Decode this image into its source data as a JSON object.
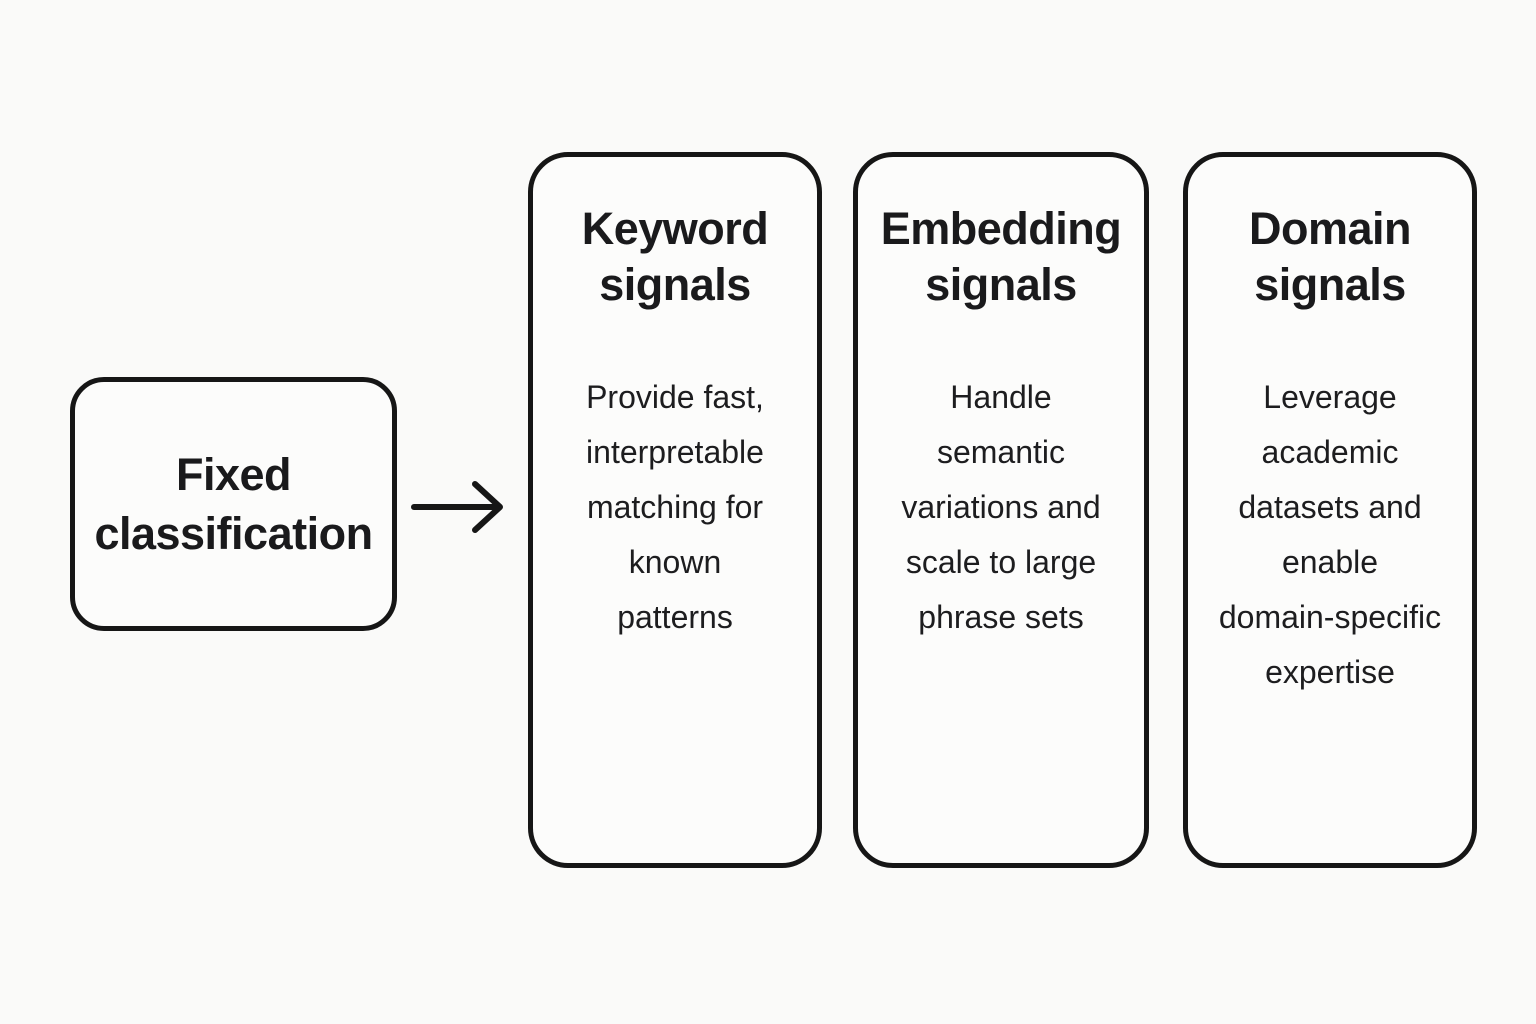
{
  "colors": {
    "background": "#fafaf9",
    "card_background": "#fcfcfb",
    "border": "#161616",
    "text": "#1a1a1c"
  },
  "diagram": {
    "source_node": {
      "label": "Fixed\nclassification"
    },
    "arrow_icon": "right-arrow",
    "cards": [
      {
        "title": "Keyword\nsignals",
        "body": "Provide fast,\ninterpretable\nmatching for\nknown\npatterns"
      },
      {
        "title": "Embedding\nsignals",
        "body": "Handle\nsemantic\nvariations and\nscale to large\nphrase sets"
      },
      {
        "title": "Domain\nsignals",
        "body": "Leverage\nacademic\ndatasets and\nenable\ndomain-specific\nexpertise"
      }
    ]
  }
}
